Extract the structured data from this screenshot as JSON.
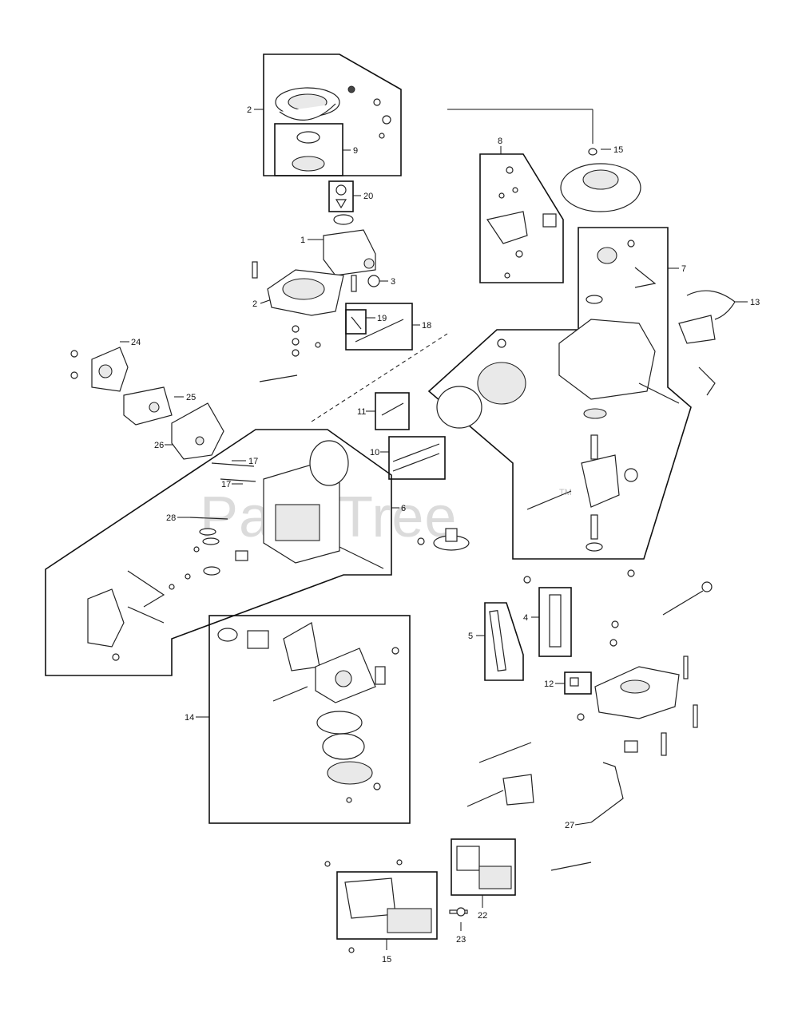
{
  "watermark": {
    "text": "PartsTree",
    "mark": "TM"
  },
  "callouts": {
    "c2a": "2",
    "c9": "9",
    "c20": "20",
    "c1": "1",
    "c3": "3",
    "c2b": "2",
    "c19": "19",
    "c18": "18",
    "c24": "24",
    "c25": "25",
    "c26": "26",
    "c17a": "17",
    "c17b": "17",
    "c28": "28",
    "c6": "6",
    "c11": "11",
    "c10": "10",
    "c8": "8",
    "c15a": "15",
    "c7": "7",
    "c13": "13",
    "c4": "4",
    "c5": "5",
    "c12": "12",
    "c14": "14",
    "c27": "27",
    "c22": "22",
    "c23": "23",
    "c15b": "15"
  }
}
